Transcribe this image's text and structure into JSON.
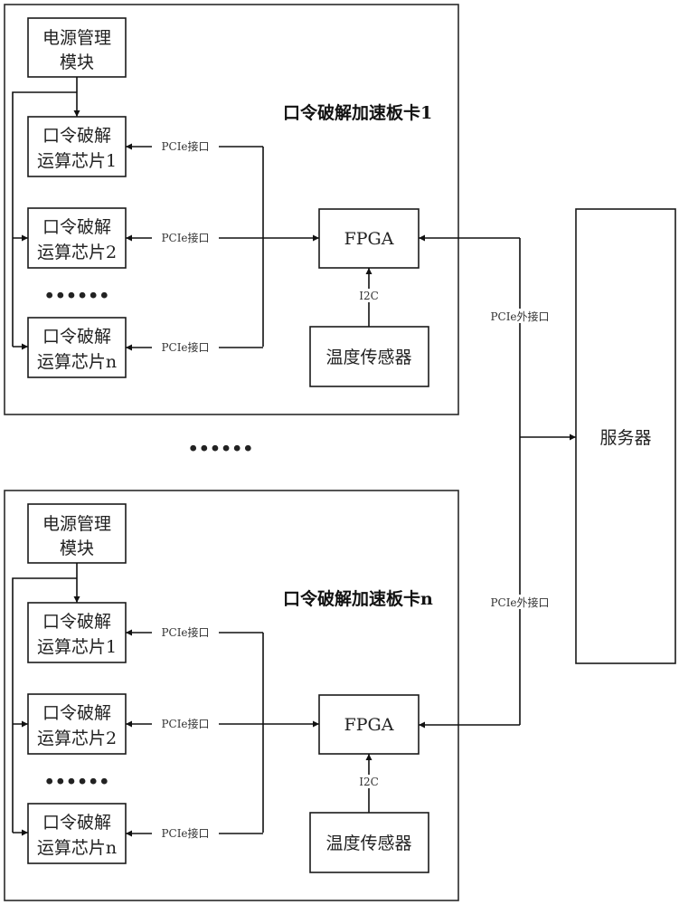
{
  "diagram": {
    "boards": [
      {
        "title": "口令破解加速板卡1",
        "power_module": [
          "电源管理",
          "模块"
        ],
        "chips": [
          {
            "line1": "口令破解",
            "line2": "运算芯片1",
            "link": "PCIe接口"
          },
          {
            "line1": "口令破解",
            "line2": "运算芯片2",
            "link": "PCIe接口"
          },
          {
            "line1": "口令破解",
            "line2": "运算芯片n",
            "link": "PCIe接口"
          }
        ],
        "chip_ellipsis": "••••••",
        "fpga": "FPGA",
        "sensor": "温度传感器",
        "sensor_link": "I2C",
        "external_link": "PCIe外接口"
      },
      {
        "title": "口令破解加速板卡n",
        "power_module": [
          "电源管理",
          "模块"
        ],
        "chips": [
          {
            "line1": "口令破解",
            "line2": "运算芯片1",
            "link": "PCIe接口"
          },
          {
            "line1": "口令破解",
            "line2": "运算芯片2",
            "link": "PCIe接口"
          },
          {
            "line1": "口令破解",
            "line2": "运算芯片n",
            "link": "PCIe接口"
          }
        ],
        "chip_ellipsis": "••••••",
        "fpga": "FPGA",
        "sensor": "温度传感器",
        "sensor_link": "I2C",
        "external_link": "PCIe外接口"
      }
    ],
    "board_ellipsis": "••••••",
    "server": "服务器"
  }
}
